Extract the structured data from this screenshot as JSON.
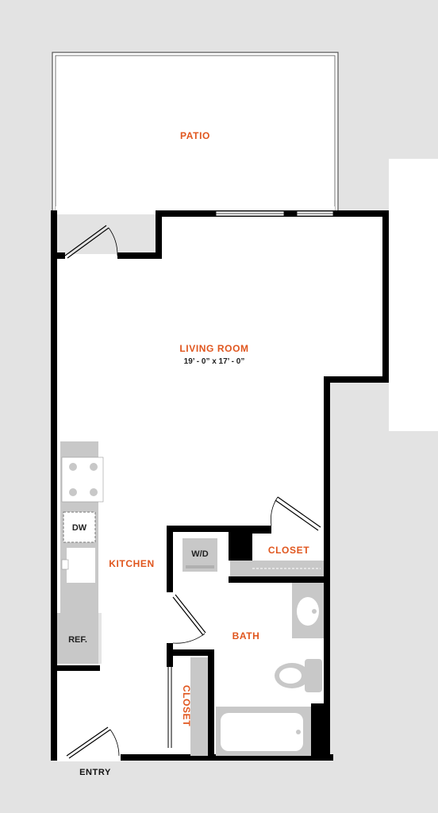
{
  "rooms": {
    "patio": "PATIO",
    "living_room": "LIVING ROOM",
    "living_room_dims": "19’ - 0” x 17’ - 0”",
    "closet_main": "CLOSET",
    "kitchen": "KITCHEN",
    "bath": "BATH",
    "closet_entry": "CLOSET"
  },
  "fixtures": {
    "dishwasher": "DW",
    "washer_dryer": "W/D",
    "refrigerator": "REF."
  },
  "entry": "ENTRY",
  "colors": {
    "background": "#e3e3e3",
    "floor": "#ffffff",
    "wall": "#000000",
    "fixture": "#c8c8c8",
    "room_label": "#e0561e"
  }
}
